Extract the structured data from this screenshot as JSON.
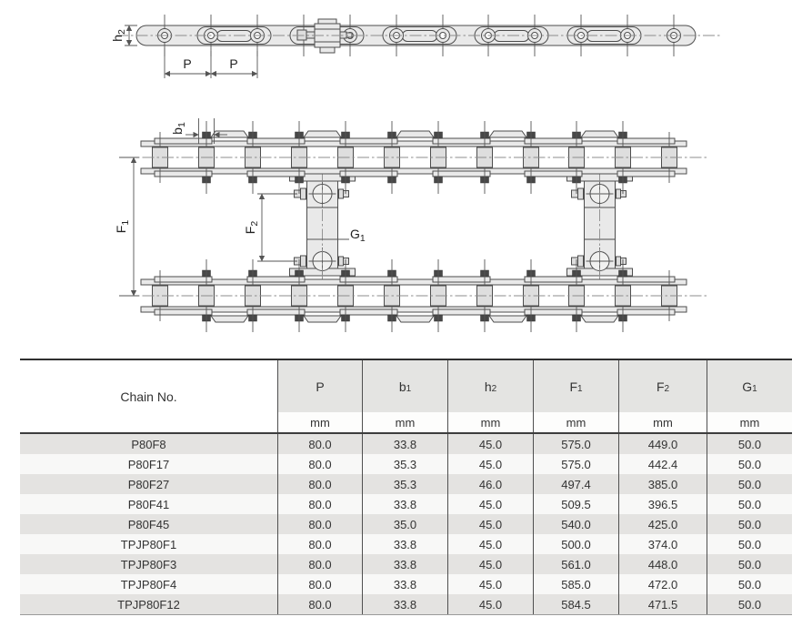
{
  "diagram": {
    "labels": {
      "h2": {
        "base": "h",
        "sub": "2"
      },
      "p": "P",
      "b1": {
        "base": "b",
        "sub": "1"
      },
      "f1": {
        "base": "F",
        "sub": "1"
      },
      "f2": {
        "base": "F",
        "sub": "2"
      },
      "g1": {
        "base": "G",
        "sub": "1"
      }
    }
  },
  "table": {
    "columns": [
      {
        "label": "Chain No.",
        "sub": "",
        "unit": ""
      },
      {
        "label": "P",
        "sub": "",
        "unit": "mm"
      },
      {
        "label": "b",
        "sub": "1",
        "unit": "mm"
      },
      {
        "label": "h",
        "sub": "2",
        "unit": "mm"
      },
      {
        "label": "F",
        "sub": "1",
        "unit": "mm"
      },
      {
        "label": "F",
        "sub": "2",
        "unit": "mm"
      },
      {
        "label": "G",
        "sub": "1",
        "unit": "mm"
      }
    ],
    "rows": [
      [
        "P80F8",
        "80.0",
        "33.8",
        "45.0",
        "575.0",
        "449.0",
        "50.0"
      ],
      [
        "P80F17",
        "80.0",
        "35.3",
        "45.0",
        "575.0",
        "442.4",
        "50.0"
      ],
      [
        "P80F27",
        "80.0",
        "35.3",
        "46.0",
        "497.4",
        "385.0",
        "50.0"
      ],
      [
        "P80F41",
        "80.0",
        "33.8",
        "45.0",
        "509.5",
        "396.5",
        "50.0"
      ],
      [
        "P80F45",
        "80.0",
        "35.0",
        "45.0",
        "540.0",
        "425.0",
        "50.0"
      ],
      [
        "TPJP80F1",
        "80.0",
        "33.8",
        "45.0",
        "500.0",
        "374.0",
        "50.0"
      ],
      [
        "TPJP80F3",
        "80.0",
        "33.8",
        "45.0",
        "561.0",
        "448.0",
        "50.0"
      ],
      [
        "TPJP80F4",
        "80.0",
        "33.8",
        "45.0",
        "585.0",
        "472.0",
        "50.0"
      ],
      [
        "TPJP80F12",
        "80.0",
        "33.8",
        "45.0",
        "584.5",
        "471.5",
        "50.0"
      ]
    ]
  },
  "colors": {
    "plate_fill": "#e9e9e9",
    "outline": "#4d4d4d",
    "row_stripe": "#e4e3e1",
    "row_alt": "#f8f8f7",
    "header_fill": "#e4e4e2"
  }
}
